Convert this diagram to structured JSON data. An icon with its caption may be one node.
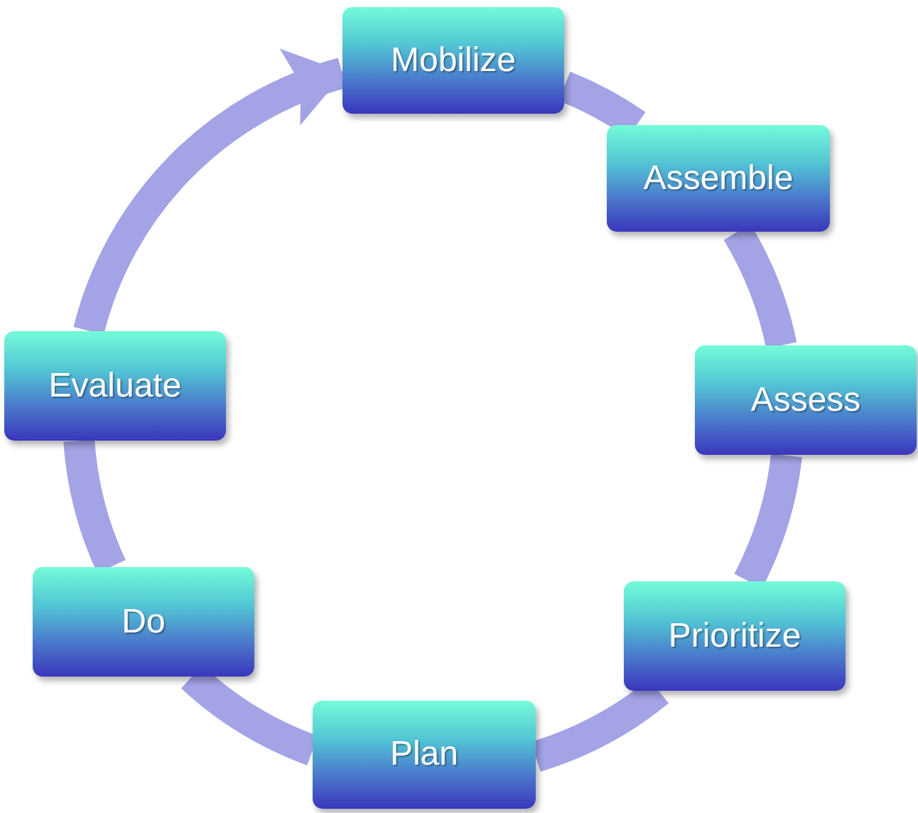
{
  "diagram": {
    "nodes": [
      {
        "text": [
          "Mobilize"
        ]
      },
      {
        "text": [
          "Assemble"
        ]
      },
      {
        "text": [
          "Assess"
        ]
      },
      {
        "text": [
          "Prioritize"
        ]
      },
      {
        "text": [
          "Plan"
        ]
      },
      {
        "text": [
          "Do"
        ]
      },
      {
        "text": [
          "Evaluate"
        ]
      }
    ],
    "edges": [
      {
        "from": 0,
        "to": 1,
        "arrow": "none"
      },
      {
        "from": 1,
        "to": 2,
        "arrow": "none"
      },
      {
        "from": 2,
        "to": 3,
        "arrow": "none"
      },
      {
        "from": 3,
        "to": 4,
        "arrow": "none"
      },
      {
        "from": 4,
        "to": 5,
        "arrow": "none"
      },
      {
        "from": 5,
        "to": 6,
        "arrow": "none"
      },
      {
        "from": 6,
        "to": 0,
        "arrow": "to"
      }
    ]
  }
}
